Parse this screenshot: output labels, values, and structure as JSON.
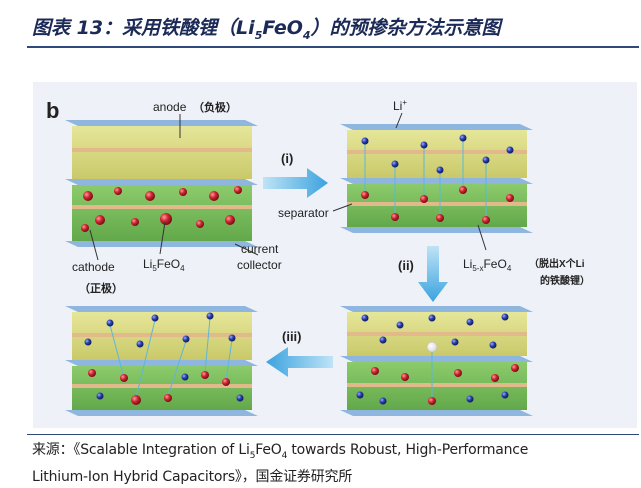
{
  "title": {
    "prefix": "图表 13：采用铁酸锂（Li",
    "sub1": "5",
    "mid": "FeO",
    "sub2": "4",
    "suffix": "）的预掺杂方法示意图"
  },
  "diagram": {
    "panel_letter": "b",
    "anode_label": "anode",
    "anode_cn": "（负极）",
    "li_ion_label": "Li",
    "li_ion_sup": "+",
    "separator_label": "separator",
    "cathode_label": "cathode",
    "cathode_cn": "（正极）",
    "lfo_label_a": "Li",
    "lfo_label_sub": "5",
    "lfo_label_b": "FeO",
    "lfo_label_sub2": "4",
    "collector_label_1": "current",
    "collector_label_2": "collector",
    "delith_label_a": "Li",
    "delith_label_sub": "5-x",
    "delith_label_b": "FeO",
    "delith_label_sub2": "4",
    "delith_note_1": "（脱出X个Li",
    "delith_note_2": "的铁酸锂）",
    "step_1": "(i)",
    "step_2": "(ii)",
    "step_3": "(iii)",
    "colors": {
      "anode_fill": "#d6d67a",
      "cathode_fill": "#78bb5c",
      "collector": "#7ea9d4",
      "separator": "#e2b98a",
      "arrow": "#4aa9e0",
      "li_ion": "#23359a",
      "lfo_particle": "#c8202c"
    }
  },
  "source": {
    "line1_prefix": "来源：《Scalable Integration of Li",
    "line1_sub": "5",
    "line1_suffix": "FeO",
    "line1_sub2": "4",
    "line1_end": " towards Robust, High-Performance",
    "line2": "Lithium-Ion Hybrid Capacitors》，国金证券研究所"
  }
}
